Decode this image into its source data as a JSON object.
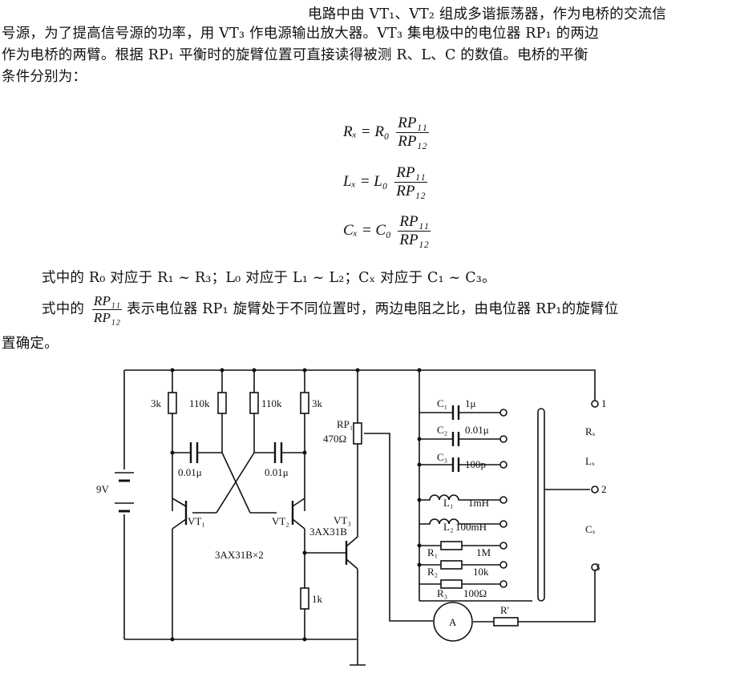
{
  "text": {
    "line1": "电路中由 VT₁、VT₂ 组成多谐振荡器，作为电桥的交流信",
    "line2": "号源，为了提高信号源的功率，用 VT₃ 作电源输出放大器。VT₃ 集电极中的电位器 RP₁ 的两边",
    "line3": "作为电桥的两臂。根据 RP₁ 平衡时的旋臂位置可直接读得被测 R、L、C 的数值。电桥的平衡",
    "line4": "条件分别为：",
    "line5": "式中的 R₀ 对应于 R₁ ~ R₃；L₀ 对应于 L₁ ~ L₂；Cₓ 对应于 C₁ ~ C₃。",
    "line6a": "式中的",
    "line6b": "表示电位器 RP₁ 旋臂处于不同位置时，两边电阻之比，由电位器 RP₁的旋臂位",
    "line7": "置确定。"
  },
  "equations": {
    "eq1_lhs": "Rₓ = R₀",
    "eq2_lhs": "Lₓ = L₀",
    "eq3_lhs": "Cₓ = C₀",
    "num": "RP₁₁",
    "den": "RP₁₂"
  },
  "circuit": {
    "labels": {
      "r_left": "3k",
      "r_110k_a": "110k",
      "r_110k_b": "110k",
      "r_right": "3k",
      "cap_a": "0.01μ",
      "cap_b": "0.01μ",
      "battery": "9V",
      "vt1": "VT₁",
      "vt2": "VT₂",
      "vt3": "VT₃",
      "vt3_type": "3AX31B",
      "pair_type": "3AX31B×2",
      "rp1": "RP₁",
      "rp1_val": "470Ω",
      "r_1k": "1k",
      "c1": "C₁",
      "c1_val": "1μ",
      "c2": "C₂",
      "c2_val": "0.01μ",
      "c3": "C₃",
      "c3_val": "100p",
      "l1": "L₁",
      "l1_val": "1mH",
      "l2": "L₂",
      "l2_val": "100mH",
      "r1": "R₁",
      "r1_val": "1M",
      "r2": "R₂",
      "r2_val": "10k",
      "r3": "R₃",
      "r3_val": "100Ω",
      "term1": "1",
      "term2": "2",
      "term3": "3",
      "rx": "Rₓ",
      "lx": "Lₓ",
      "cx": "Cₓ",
      "meter": "A",
      "r_prime": "R'"
    }
  }
}
